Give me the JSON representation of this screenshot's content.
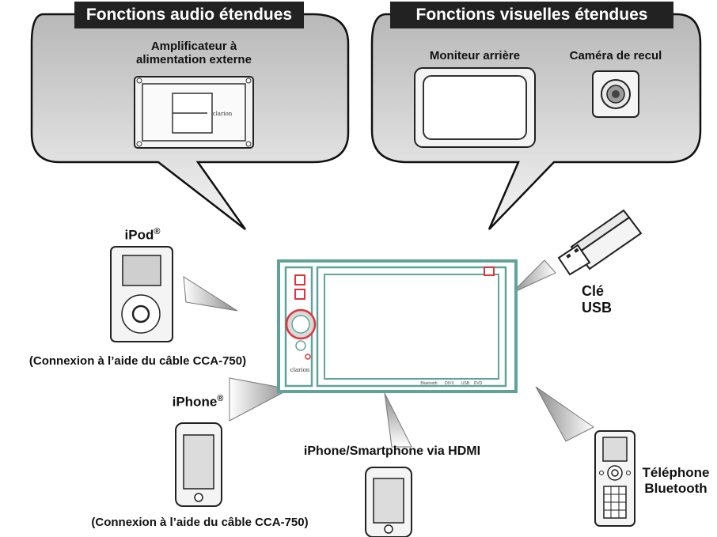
{
  "audio_panel": {
    "title": "Fonctions audio étendues",
    "amp_label_1": "Amplificateur à",
    "amp_label_2": "alimentation externe",
    "amp_brand": "clarion"
  },
  "visual_panel": {
    "title": "Fonctions visuelles étendues",
    "monitor_label": "Moniteur arrière",
    "camera_label": "Caméra de recul"
  },
  "ipod": {
    "label": "iPod",
    "mark": "®",
    "cable_note": "(Connexion à l’aide du câble CCA-750)"
  },
  "iphone": {
    "label": "iPhone",
    "mark": "®",
    "cable_note": "(Connexion à l’aide du câble CCA-750)"
  },
  "hdmi": {
    "label": "iPhone/Smartphone via HDMI"
  },
  "usb": {
    "label_1": "Clé",
    "label_2": "USB"
  },
  "bluetooth_phone": {
    "label_1": "Téléphone",
    "label_2": "Bluetooth"
  },
  "head_unit": {
    "brand": "clarion",
    "footer_marks": [
      "Bluetooth",
      "DIVX",
      "USB",
      "DVD"
    ]
  },
  "colors": {
    "unit_frame": "#5fa39a",
    "unit_accent": "#e0343a",
    "bubble_top": "#bdbdbd",
    "bubble_bottom": "#f2f2f2",
    "banner": "#222222"
  }
}
